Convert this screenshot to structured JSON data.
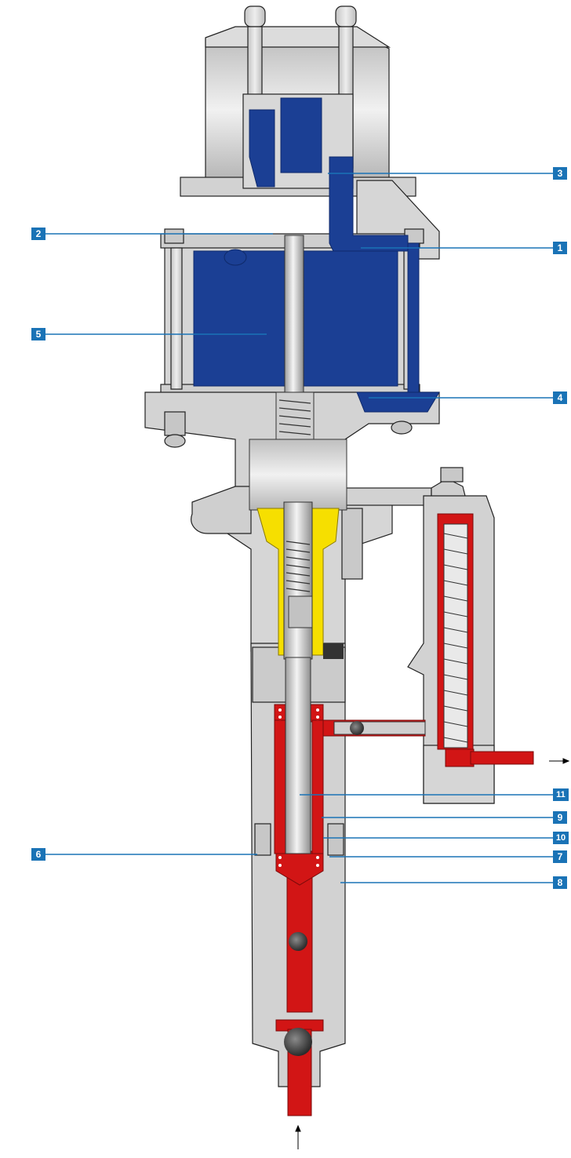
{
  "colors": {
    "air": "#1b3f94",
    "fluid": "#d21515",
    "oil": "#f6df00",
    "metal": "#d3d3d3",
    "metal_dark": "#9a9a9a",
    "outline": "#222222",
    "callout": "#1a73b6"
  },
  "callouts": [
    {
      "id": "1",
      "label": "1"
    },
    {
      "id": "2",
      "label": "2"
    },
    {
      "id": "3",
      "label": "3"
    },
    {
      "id": "4",
      "label": "4"
    },
    {
      "id": "5",
      "label": "5"
    },
    {
      "id": "6",
      "label": "6"
    },
    {
      "id": "7",
      "label": "7"
    },
    {
      "id": "8",
      "label": "8"
    },
    {
      "id": "9",
      "label": "9"
    },
    {
      "id": "10",
      "label": "10"
    },
    {
      "id": "11",
      "label": "11"
    }
  ]
}
